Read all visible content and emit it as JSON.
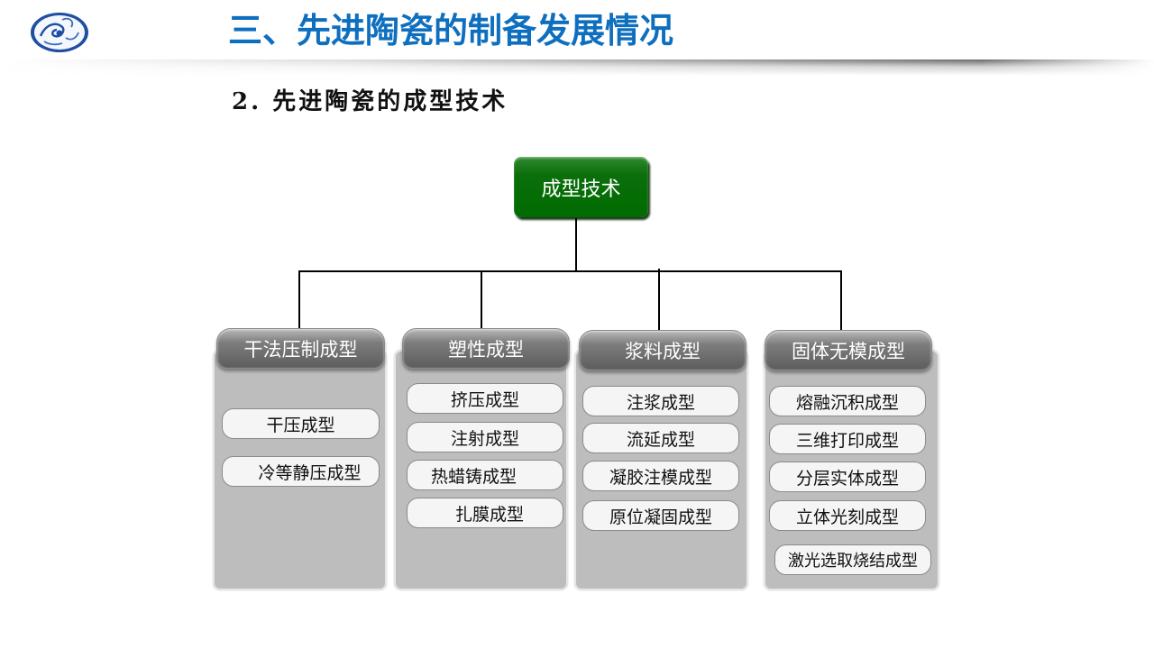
{
  "header": {
    "logo_icon": "blue-white-porcelain-dragon-emblem",
    "title": "三、先进陶瓷的制备发展情况",
    "title_color": "#0f6fbf"
  },
  "section": {
    "title": "2. 先进陶瓷的成型技术"
  },
  "diagram": {
    "root": {
      "label": "成型技术",
      "color": "#006c00"
    },
    "categories": [
      {
        "label": "干法压制成型",
        "items": [
          "干压成型",
          "冷等静压成型"
        ]
      },
      {
        "label": "塑性成型",
        "items": [
          "挤压成型",
          "注射成型",
          "热蜡铸成型",
          "扎膜成型"
        ]
      },
      {
        "label": "浆料成型",
        "items": [
          "注浆成型",
          "流延成型",
          "凝胶注模成型",
          "原位凝固成型"
        ]
      },
      {
        "label": "固体无模成型",
        "items": [
          "熔融沉积成型",
          "三维打印成型",
          "分层实体成型",
          "立体光刻成型",
          "激光选取烧结成型"
        ]
      }
    ]
  }
}
